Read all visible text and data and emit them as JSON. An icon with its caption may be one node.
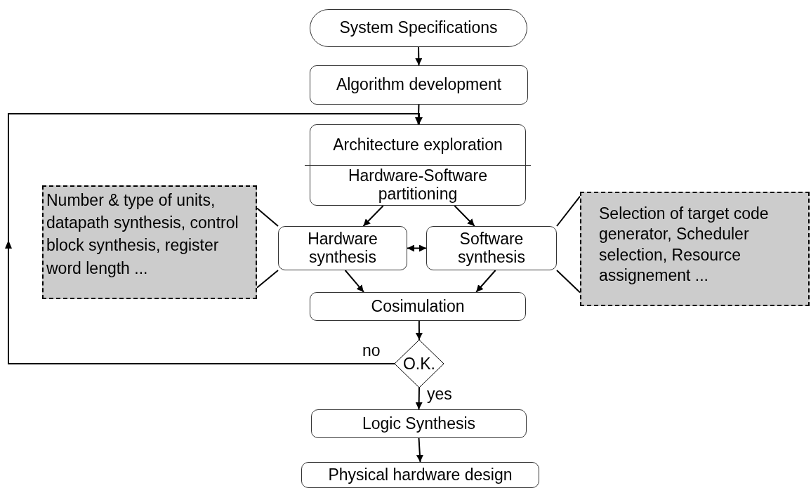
{
  "diagram": {
    "nodes": [
      {
        "text": [
          "System Specifications"
        ]
      },
      {
        "text": [
          "Algorithm development"
        ]
      },
      {
        "text": [
          "Architecture exploration",
          "Hardware-Software partitioning"
        ]
      },
      {
        "text": [
          "Number & type of units, datapath synthesis, control block synthesis, register word length ..."
        ]
      },
      {
        "text": [
          "Hardware synthesis"
        ]
      },
      {
        "text": [
          "Software synthesis"
        ]
      },
      {
        "text": [
          "Selection of target code generator, Scheduler selection, Resource assignement ..."
        ]
      },
      {
        "text": [
          "Cosimulation"
        ]
      },
      {
        "text": [
          "O.K."
        ]
      },
      {
        "text": [
          "Logic Synthesis"
        ]
      },
      {
        "text": [
          "Physical hardware design"
        ]
      }
    ],
    "edges": [
      {
        "from": 0,
        "to": 1,
        "arrow": "to"
      },
      {
        "from": 1,
        "to": 2,
        "arrow": "to"
      },
      {
        "from": 2,
        "to": 4,
        "arrow": "to"
      },
      {
        "from": 2,
        "to": 5,
        "arrow": "to"
      },
      {
        "from": 4,
        "to": 5,
        "arrow": "both"
      },
      {
        "from": 3,
        "to": 4,
        "arrow": "none"
      },
      {
        "from": 3,
        "to": 4,
        "arrow": "none"
      },
      {
        "from": 6,
        "to": 5,
        "arrow": "none"
      },
      {
        "from": 6,
        "to": 5,
        "arrow": "none"
      },
      {
        "from": 4,
        "to": 7,
        "arrow": "to"
      },
      {
        "from": 5,
        "to": 7,
        "arrow": "to"
      },
      {
        "from": 7,
        "to": 8,
        "arrow": "to"
      },
      {
        "from": 8,
        "to": 2,
        "label": "no",
        "arrow": "to"
      },
      {
        "from": 8,
        "to": 9,
        "label": "yes",
        "arrow": "to"
      },
      {
        "from": 9,
        "to": 10,
        "arrow": "to"
      }
    ]
  }
}
